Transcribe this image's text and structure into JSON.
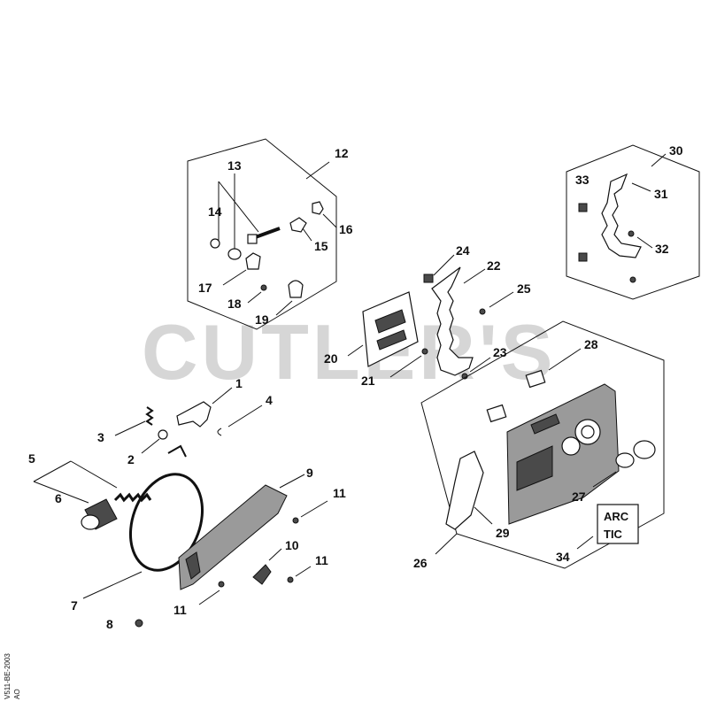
{
  "watermark": "CUTLER'S",
  "drawing_code": "V511-BE-2003",
  "drawing_code_sub": "AO",
  "badge": {
    "line1": "ARC",
    "line2": "TIC"
  },
  "callouts": {
    "n1": "1",
    "n2": "2",
    "n3": "3",
    "n4": "4",
    "n5": "5",
    "n6": "6",
    "n7": "7",
    "n8": "8",
    "n9": "9",
    "n10": "10",
    "n11a": "11",
    "n11b": "11",
    "n11c": "11",
    "n12": "12",
    "n13": "13",
    "n14": "14",
    "n15": "15",
    "n16": "16",
    "n17": "17",
    "n18": "18",
    "n19": "19",
    "n20": "20",
    "n21": "21",
    "n22": "22",
    "n23": "23",
    "n24": "24",
    "n25": "25",
    "n26": "26",
    "n27": "27",
    "n28": "28",
    "n29": "29",
    "n30": "30",
    "n31": "31",
    "n32": "32",
    "n33": "33",
    "n34": "34"
  }
}
